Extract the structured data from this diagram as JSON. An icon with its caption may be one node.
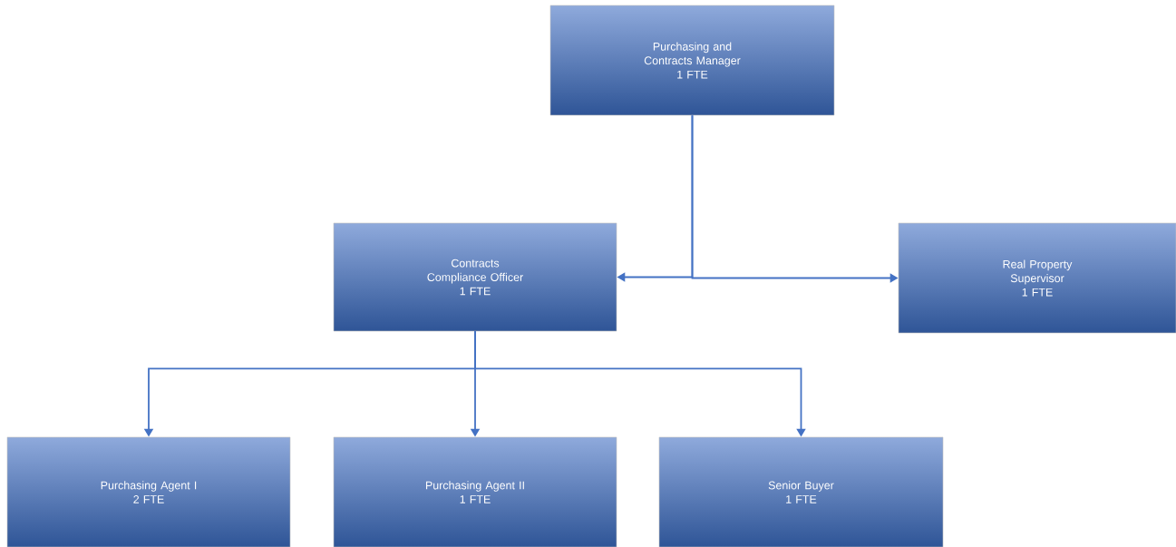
{
  "diagram": {
    "nodes": [
      {
        "text": [
          "Purchasing and Contracts Manager",
          "1 FTE"
        ]
      },
      {
        "text": [
          "Contracts Compliance Officer",
          "1 FTE"
        ]
      },
      {
        "text": [
          "Real Property Supervisor",
          "1 FTE"
        ]
      },
      {
        "text": [
          "Purchasing Agent I",
          "2 FTE"
        ]
      },
      {
        "text": [
          "Purchasing Agent II",
          "1 FTE"
        ]
      },
      {
        "text": [
          "Senior Buyer",
          "1 FTE"
        ]
      }
    ],
    "edges": [
      {
        "from": 0,
        "to": 1,
        "arrow": "to"
      },
      {
        "from": 0,
        "to": 2,
        "arrow": "to"
      },
      {
        "from": 1,
        "to": 3,
        "arrow": "to"
      },
      {
        "from": 1,
        "to": 4,
        "arrow": "to"
      },
      {
        "from": 1,
        "to": 5,
        "arrow": "to"
      }
    ]
  }
}
